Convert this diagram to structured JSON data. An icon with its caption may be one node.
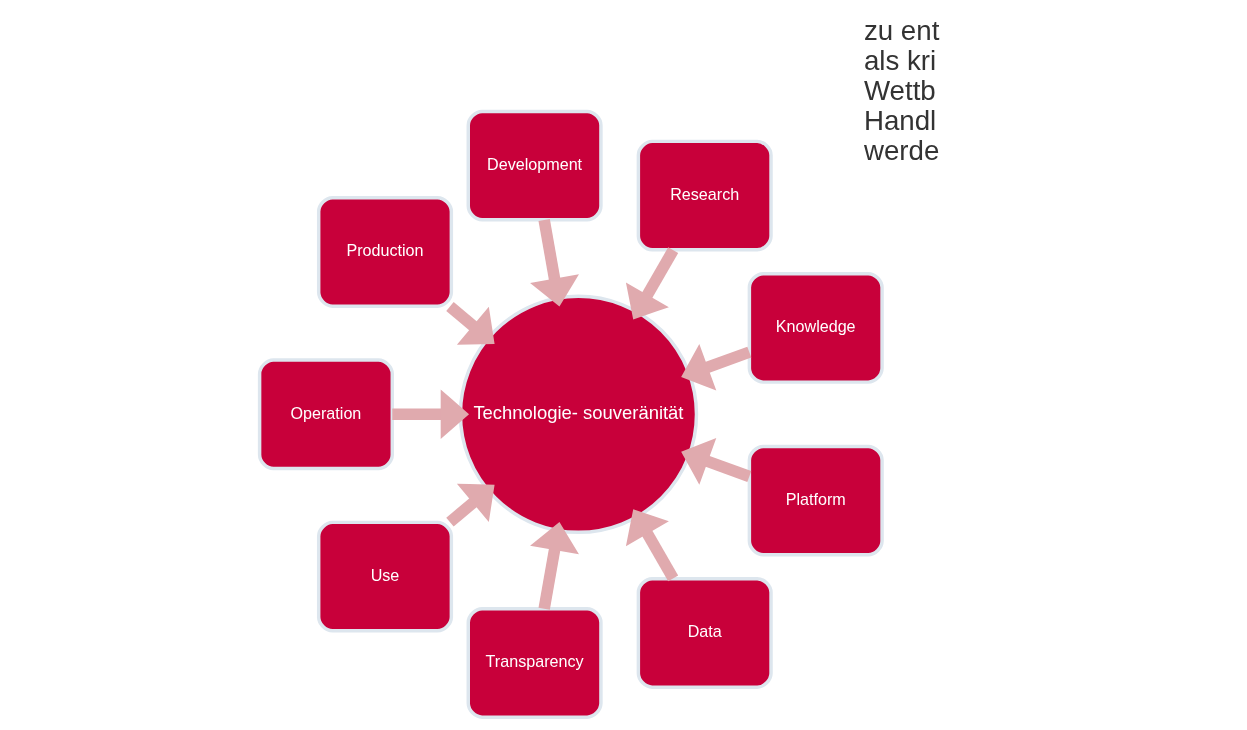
{
  "diagram": {
    "nodes": [
      {
        "text": [
          "Knowledge"
        ]
      },
      {
        "text": [
          "Research"
        ]
      },
      {
        "text": [
          "Development"
        ]
      },
      {
        "text": [
          "Production"
        ]
      },
      {
        "text": [
          "Operation"
        ]
      },
      {
        "text": [
          "Use"
        ]
      },
      {
        "text": [
          "Transparency"
        ]
      },
      {
        "text": [
          "Data"
        ]
      },
      {
        "text": [
          "Platform"
        ]
      },
      {
        "text": [
          "Technologie- souveränität"
        ]
      }
    ],
    "edges": [
      {
        "from": 0,
        "to": 9,
        "arrow": "to"
      },
      {
        "from": 1,
        "to": 9,
        "arrow": "to"
      },
      {
        "from": 2,
        "to": 9,
        "arrow": "to"
      },
      {
        "from": 3,
        "to": 9,
        "arrow": "to"
      },
      {
        "from": 4,
        "to": 9,
        "arrow": "to"
      },
      {
        "from": 5,
        "to": 9,
        "arrow": "to"
      },
      {
        "from": 6,
        "to": 9,
        "arrow": "to"
      },
      {
        "from": 7,
        "to": 9,
        "arrow": "to"
      },
      {
        "from": 8,
        "to": 9,
        "arrow": "to"
      }
    ],
    "labels": [
      "zu ent",
      "als kri",
      "Wettb",
      "Handl",
      "werde"
    ]
  }
}
